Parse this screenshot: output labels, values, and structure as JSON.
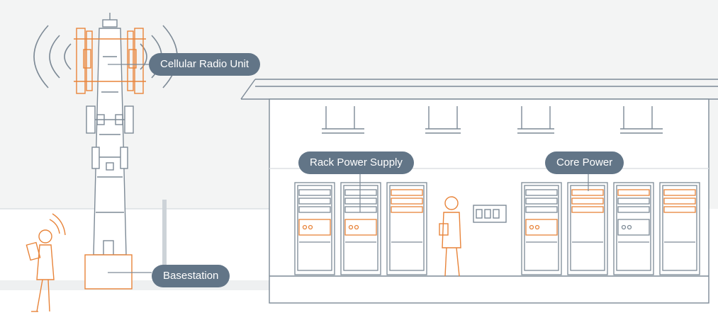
{
  "colors": {
    "line": "#7d8a96",
    "accent": "#e8843a",
    "label_bg": "#627587",
    "label_text": "#ffffff",
    "sky": "#f3f4f4",
    "floor": "#eef0f1"
  },
  "labels": {
    "radio_unit": "Cellular Radio Unit",
    "rack_power": "Rack Power Supply",
    "core_power": "Core Power",
    "basestation": "Basestation"
  },
  "icons": [
    "cell-tower",
    "radio-waves",
    "server-rack",
    "person-with-phone",
    "engineer-person",
    "control-panel"
  ]
}
